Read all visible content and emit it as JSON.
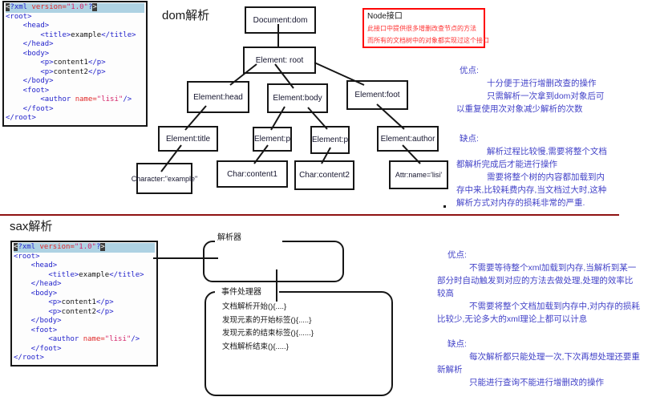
{
  "section_dom": {
    "title": "dom解析",
    "node_box": {
      "title": "Node接口",
      "lines": [
        "此接口中提供很多增删改查节点的方法",
        "而所有的文档树中的对象都实现过这个接口"
      ]
    },
    "tree": {
      "nodes": {
        "doc": "Document:dom",
        "root": "Element: root",
        "head": "Element:head",
        "body": "Element:body",
        "foot": "Element:foot",
        "title": "Element:title",
        "p1": "Element:p",
        "p2": "Element:p",
        "author": "Element:author",
        "example": "Character:\"example\"",
        "content1": "Char:content1",
        "content2": "Char:content2",
        "attr": "Attr:name='lisi'"
      }
    },
    "notes": {
      "pros_label": "优点:",
      "pros": [
        {
          "text": "十分便于进行增删改查的操作",
          "indent": true
        },
        {
          "text": "只需解析一次拿到dom对象后可",
          "indent": true
        },
        {
          "text": "以重复使用次对象减少解析的次数",
          "indent": false
        }
      ],
      "cons_label": "缺点:",
      "cons": [
        {
          "text": "解析过程比较慢,需要将整个文档",
          "indent": true
        },
        {
          "text": "都解析完成后才能进行操作",
          "indent": false
        },
        {
          "text": "需要将整个树的内容都加载到内",
          "indent": true
        },
        {
          "text": "存中来,比较耗费内存,当文档过大时,这种",
          "indent": false
        },
        {
          "text": "解析方式对内存的损耗非常的严重.",
          "indent": false
        }
      ]
    },
    "dot": "."
  },
  "xml_code": {
    "lines": [
      {
        "hl": true,
        "segs": [
          [
            "inv",
            "<"
          ],
          [
            "tag",
            "?xml "
          ],
          [
            "attr",
            "version="
          ],
          [
            "val",
            "\"1.0\""
          ],
          [
            "tag",
            "?"
          ],
          [
            "inv",
            ">"
          ]
        ]
      },
      {
        "hl": false,
        "segs": [
          [
            "tag",
            "<root>"
          ]
        ]
      },
      {
        "hl": false,
        "segs": [
          [
            "tag",
            "    <head>"
          ]
        ]
      },
      {
        "hl": false,
        "segs": [
          [
            "tag",
            "        <title>"
          ],
          [
            "txt",
            "example"
          ],
          [
            "tag",
            "</title>"
          ]
        ]
      },
      {
        "hl": false,
        "segs": [
          [
            "tag",
            "    </head>"
          ]
        ]
      },
      {
        "hl": false,
        "segs": [
          [
            "tag",
            "    <body>"
          ]
        ]
      },
      {
        "hl": false,
        "segs": [
          [
            "tag",
            "        <p>"
          ],
          [
            "txt",
            "content1"
          ],
          [
            "tag",
            "</p>"
          ]
        ]
      },
      {
        "hl": false,
        "segs": [
          [
            "tag",
            "        <p>"
          ],
          [
            "txt",
            "content2"
          ],
          [
            "tag",
            "</p>"
          ]
        ]
      },
      {
        "hl": false,
        "segs": [
          [
            "tag",
            "    </body>"
          ]
        ]
      },
      {
        "hl": false,
        "segs": [
          [
            "tag",
            "    <foot>"
          ]
        ]
      },
      {
        "hl": false,
        "segs": [
          [
            "tag",
            "        <author "
          ],
          [
            "attr",
            "name="
          ],
          [
            "val",
            "\"lisi\""
          ],
          [
            "tag",
            "/>"
          ]
        ]
      },
      {
        "hl": false,
        "segs": [
          [
            "tag",
            "    </foot>"
          ]
        ]
      },
      {
        "hl": false,
        "segs": [
          [
            "tag",
            "</root>"
          ]
        ]
      }
    ]
  },
  "section_sax": {
    "title": "sax解析",
    "parser_label": "解析器",
    "handler_label": "事件处理器",
    "handler_lines": [
      "文档解析开始(){....}",
      "发现元素的开始标签(){.....}",
      "发现元素的结束标签(){......}",
      "文档解析结束(){.....}"
    ],
    "notes": {
      "pros_label": "优点:",
      "pros": [
        {
          "text": "不需要等待整个xml加载到内存,当解析到某一",
          "indent": true
        },
        {
          "text": "部分时自动触发到对应的方法去做处理,处理的效率比",
          "indent": false
        },
        {
          "text": "较高",
          "indent": false
        },
        {
          "text": "不需要将整个文档加载到内存中,对内存的损耗",
          "indent": true
        },
        {
          "text": "比较少,无论多大的xml理论上都可以计息",
          "indent": false
        }
      ],
      "cons_label": "缺点:",
      "cons": [
        {
          "text": "每次解析都只能处理一次,下次再想处理还要重",
          "indent": true
        },
        {
          "text": "新解析",
          "indent": false
        },
        {
          "text": "只能进行查询不能进行增删改的操作",
          "indent": true
        }
      ]
    }
  },
  "colors": {
    "note_text": "#4343c8",
    "callout_border": "#fe0606",
    "callout_text": "#ff3333",
    "divider": "#8f1212",
    "code_tag": "#2323cb",
    "code_attr": "#e02a2a",
    "code_highlight": "#aed2e3"
  }
}
